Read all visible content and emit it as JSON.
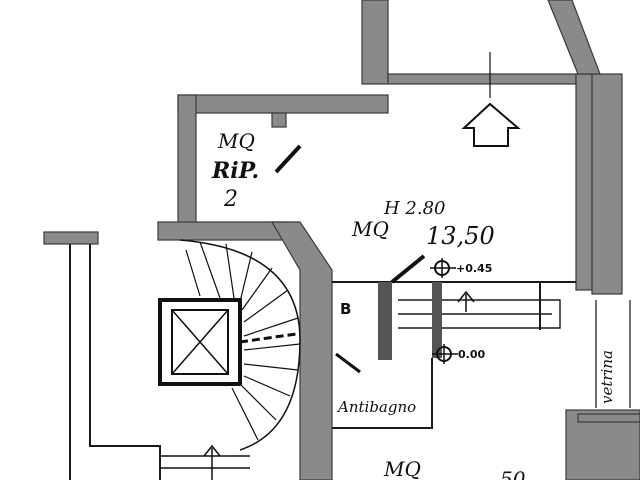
{
  "rooms": {
    "storage": {
      "area_label": "MQ",
      "name": "RiP.",
      "number": "2"
    },
    "main": {
      "height": "H 2.80",
      "area_label": "MQ",
      "area": "13,50"
    },
    "bath": {
      "label": "B"
    },
    "antibagno": {
      "label": "Antibagno"
    },
    "bottom": {
      "area_label": "MQ",
      "area_partial": "…50"
    }
  },
  "levels": {
    "upper": "+0.45",
    "lower": "0.00"
  },
  "vetrina": {
    "label": "vetrina"
  }
}
